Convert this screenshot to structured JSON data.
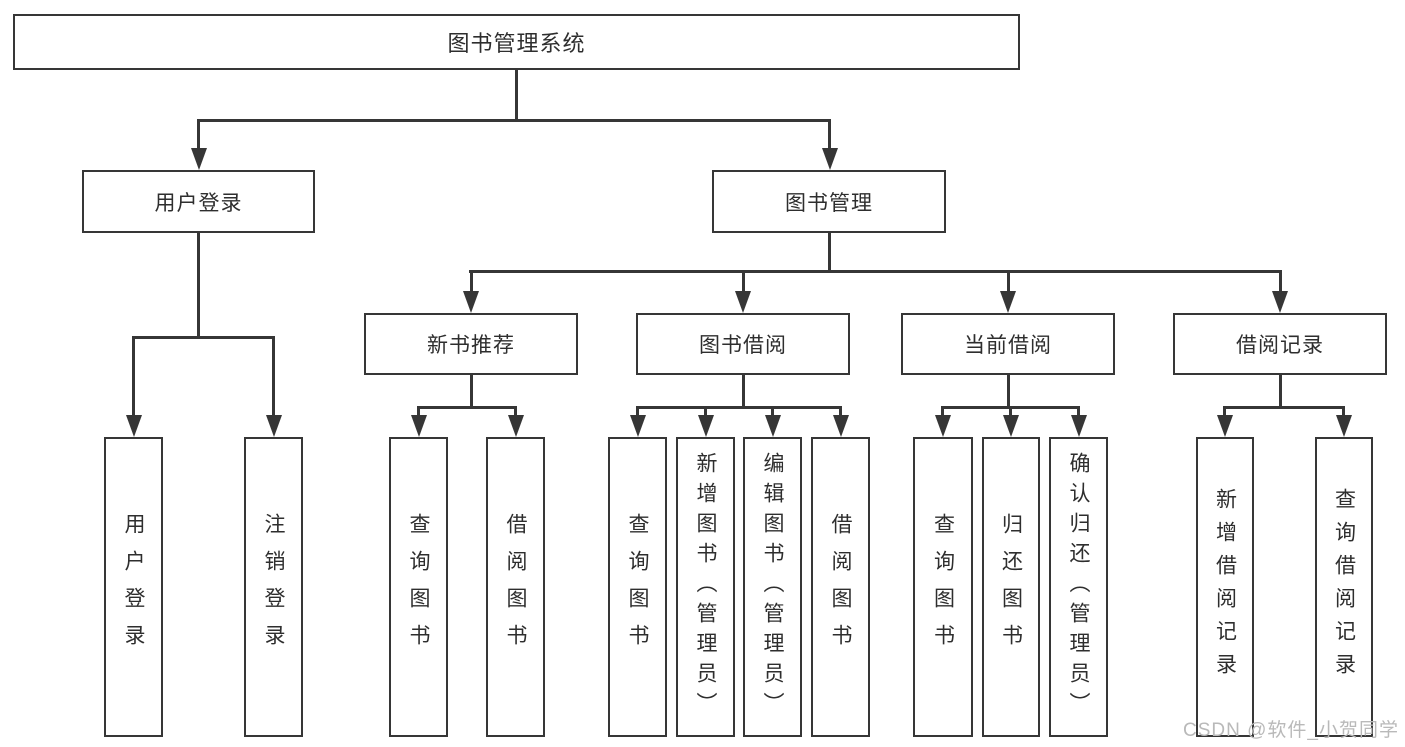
{
  "diagram": {
    "title": "图书管理系统",
    "line_color": "#363636",
    "text_color": "#2e2e2e",
    "nodes": {
      "root": "图书管理系统",
      "user_login": "用户登录",
      "book_mgmt": "图书管理",
      "new_book_rec": "新书推荐",
      "book_borrow": "图书借阅",
      "current_borrow": "当前借阅",
      "borrow_record": "借阅记录",
      "user_login_children": [
        "用户登录",
        "注销登录"
      ],
      "new_book_rec_children": [
        "查询图书",
        "借阅图书"
      ],
      "book_borrow_children": [
        "查询图书",
        "新增图书（管理员）",
        "编辑图书（管理员）",
        "借阅图书"
      ],
      "current_borrow_children": [
        "查询图书",
        "归还图书",
        "确认归还（管理员）"
      ],
      "borrow_record_children": [
        "新增借阅记录",
        "查询借阅记录"
      ]
    }
  },
  "watermark": "CSDN @软件_小贺同学"
}
